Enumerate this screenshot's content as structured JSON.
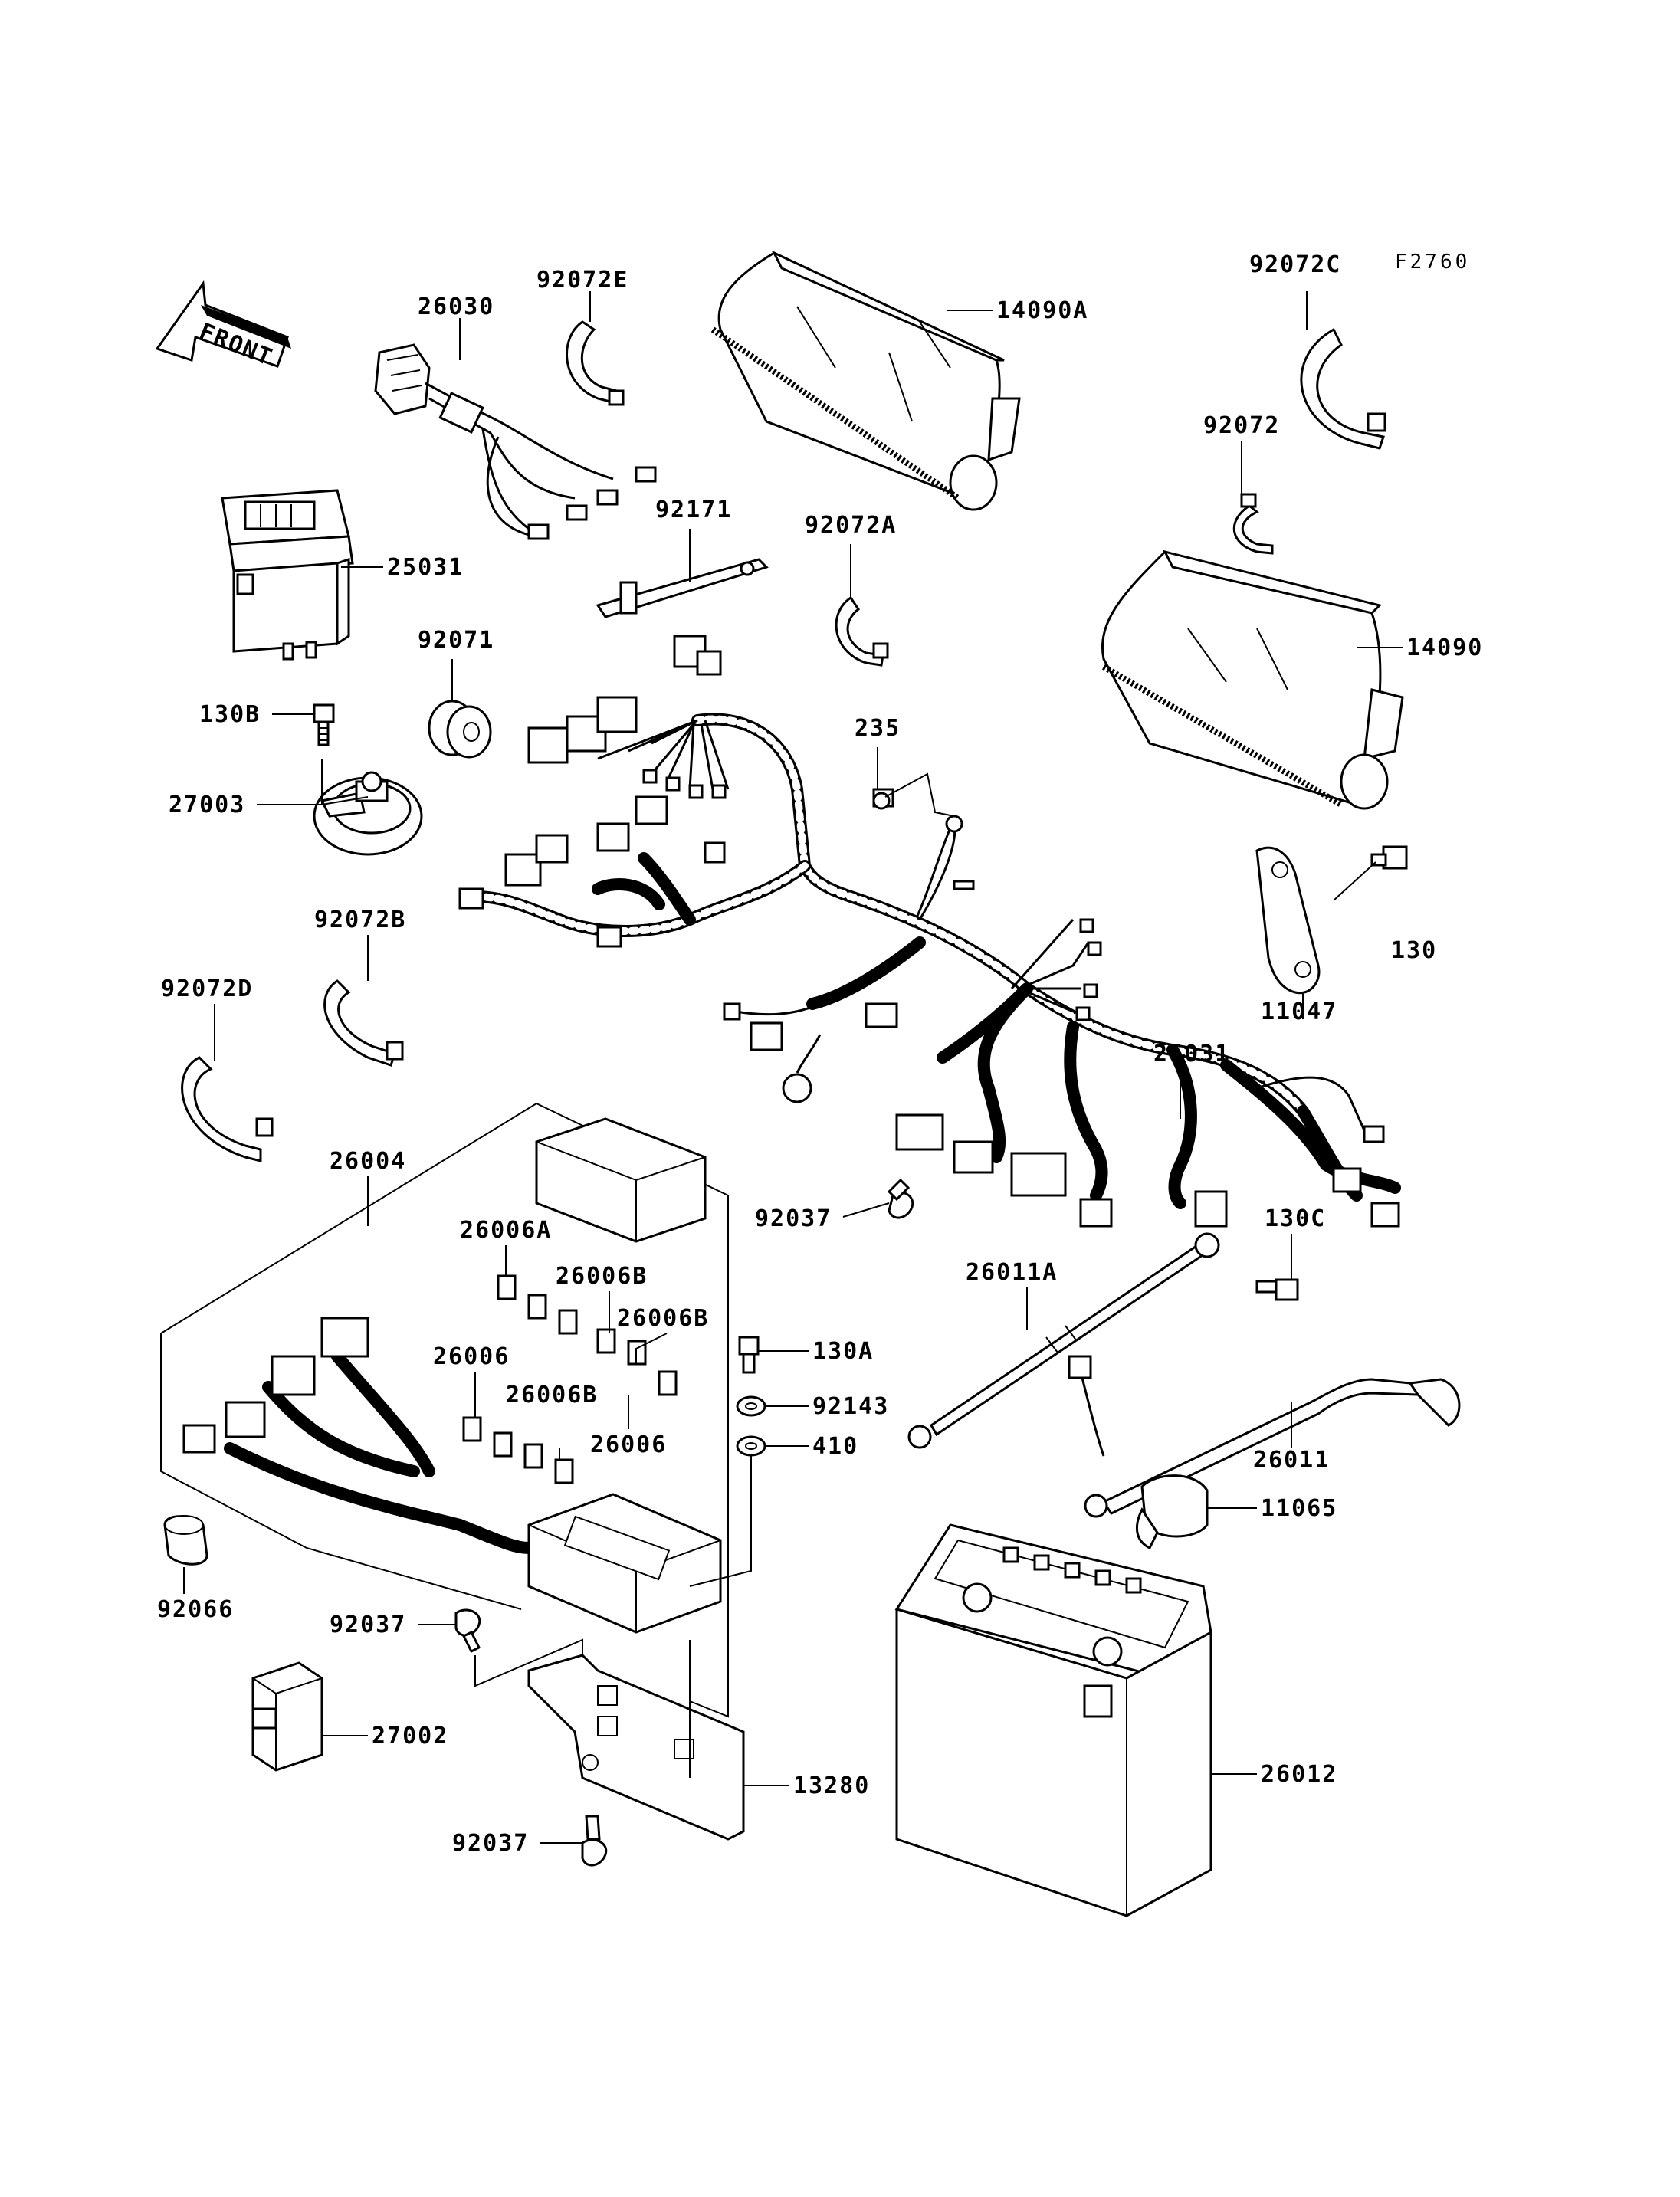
{
  "figure_id": "F2760",
  "front_arrow_label": "FRONT",
  "callouts": [
    {
      "id": "c-92072E",
      "label": "92072E"
    },
    {
      "id": "c-26030",
      "label": "26030"
    },
    {
      "id": "c-14090A",
      "label": "14090A"
    },
    {
      "id": "c-92072C",
      "label": "92072C"
    },
    {
      "id": "c-92072",
      "label": "92072"
    },
    {
      "id": "c-92171",
      "label": "92171"
    },
    {
      "id": "c-92072A",
      "label": "92072A"
    },
    {
      "id": "c-25031",
      "label": "25031"
    },
    {
      "id": "c-14090",
      "label": "14090"
    },
    {
      "id": "c-92071",
      "label": "92071"
    },
    {
      "id": "c-235",
      "label": "235"
    },
    {
      "id": "c-130B",
      "label": "130B"
    },
    {
      "id": "c-27003",
      "label": "27003"
    },
    {
      "id": "c-130",
      "label": "130"
    },
    {
      "id": "c-92072B",
      "label": "92072B"
    },
    {
      "id": "c-92072D",
      "label": "92072D"
    },
    {
      "id": "c-11047",
      "label": "11047"
    },
    {
      "id": "c-26031",
      "label": "26031"
    },
    {
      "id": "c-26004",
      "label": "26004"
    },
    {
      "id": "c-26006A",
      "label": "26006A"
    },
    {
      "id": "c-92037-top",
      "label": "92037"
    },
    {
      "id": "c-130C",
      "label": "130C"
    },
    {
      "id": "c-26006B-1",
      "label": "26006B"
    },
    {
      "id": "c-26011A",
      "label": "26011A"
    },
    {
      "id": "c-26006B-2",
      "label": "26006B"
    },
    {
      "id": "c-26006-1",
      "label": "26006"
    },
    {
      "id": "c-130A",
      "label": "130A"
    },
    {
      "id": "c-26006B-3",
      "label": "26006B"
    },
    {
      "id": "c-92143",
      "label": "92143"
    },
    {
      "id": "c-26006-2",
      "label": "26006"
    },
    {
      "id": "c-410",
      "label": "410"
    },
    {
      "id": "c-26011",
      "label": "26011"
    },
    {
      "id": "c-11065",
      "label": "11065"
    },
    {
      "id": "c-92066",
      "label": "92066"
    },
    {
      "id": "c-92037-mid",
      "label": "92037"
    },
    {
      "id": "c-27002",
      "label": "27002"
    },
    {
      "id": "c-26012",
      "label": "26012"
    },
    {
      "id": "c-13280",
      "label": "13280"
    },
    {
      "id": "c-92037-bot",
      "label": "92037"
    }
  ]
}
